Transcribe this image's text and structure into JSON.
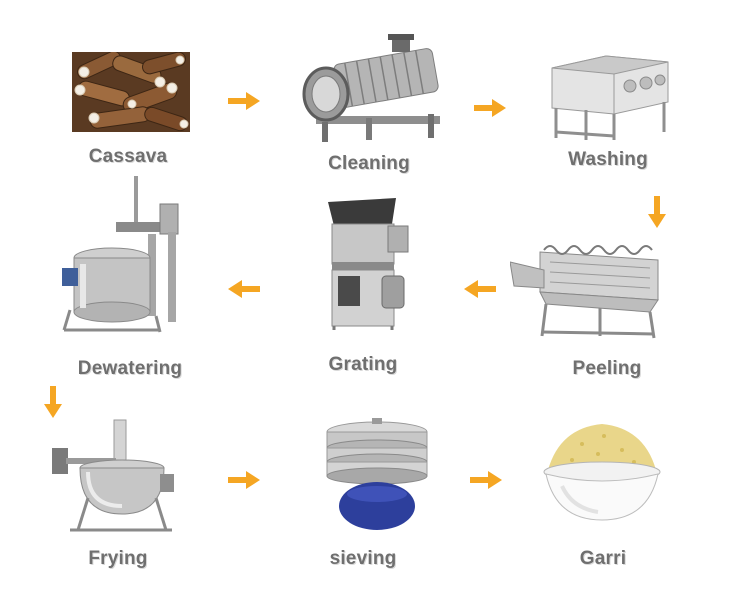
{
  "steps": [
    {
      "label": "Cassava",
      "icon": "cassava-roots-icon"
    },
    {
      "label": "Cleaning",
      "icon": "drum-cleaner-icon"
    },
    {
      "label": "Washing",
      "icon": "washing-tank-icon"
    },
    {
      "label": "Peeling",
      "icon": "peeling-machine-icon"
    },
    {
      "label": "Grating",
      "icon": "grater-machine-icon"
    },
    {
      "label": "Dewatering",
      "icon": "hydraulic-press-icon"
    },
    {
      "label": "Frying",
      "icon": "frying-kettle-icon"
    },
    {
      "label": "sieving",
      "icon": "vibrating-sieve-icon"
    },
    {
      "label": "Garri",
      "icon": "garri-bowl-icon"
    }
  ],
  "arrow_color": "#f5a623"
}
